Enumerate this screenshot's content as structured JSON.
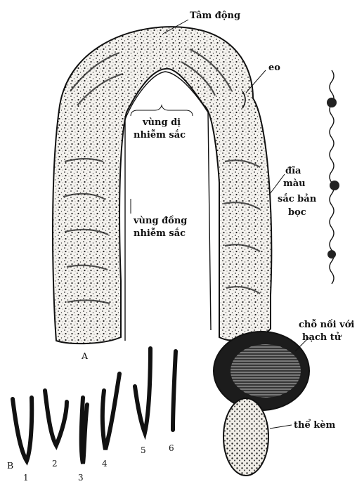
{
  "figure": {
    "panel_a": {
      "letter": "A",
      "labels": {
        "centromere": "Tâm động",
        "constriction": "eo",
        "hetero_line1": "vùng dị",
        "hetero_line2": "nhiễm sắc",
        "eu_line1": "vùng đồng",
        "eu_line2": "nhiễm sắc",
        "disc_line1": "đĩa",
        "disc_line2": "màu",
        "disc_line3": "sắc bản",
        "disc_line4": "bọc",
        "nucleolus_line1": "chỗ nối với",
        "nucleolus_line2": "hạch tử",
        "satellite": "thể kèm"
      }
    },
    "panel_b": {
      "letter": "B",
      "chromosomes": [
        "1",
        "2",
        "3",
        "4",
        "5",
        "6"
      ]
    },
    "colors": {
      "ink": "#111111",
      "background": "#ffffff",
      "stipple": "#2a2a2a"
    }
  }
}
